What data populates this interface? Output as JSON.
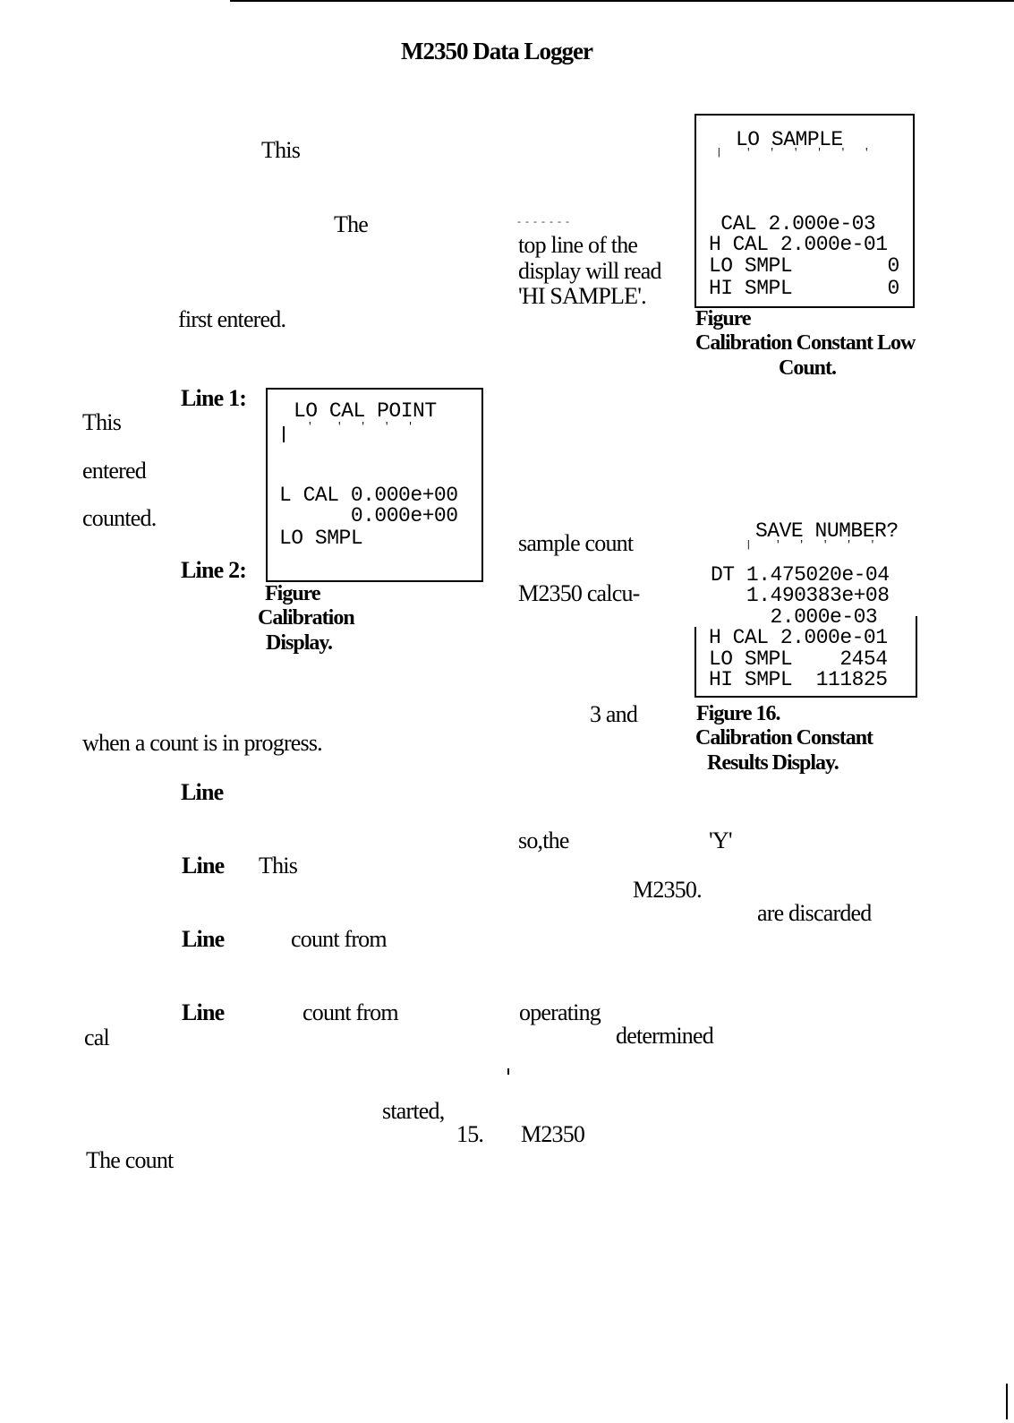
{
  "header": {
    "title": "M2350 Data Logger"
  },
  "left_column": {
    "frag_this_1": "This",
    "frag_the_1": "The",
    "frag_first_entered": "first entered.",
    "frag_line1": "Line 1:",
    "frag_this_2": "This",
    "frag_entered": "entered",
    "frag_counted": "counted.",
    "frag_line2": "Line 2:",
    "frag_progress": "when a count is in progress.",
    "frag_line_a": "Line",
    "frag_line_b": "Line",
    "frag_this_3": "This",
    "frag_line_c": "Line",
    "frag_count_from_1": "count from",
    "frag_line_d": "Line",
    "frag_count_from_2": "count from",
    "frag_cal": "cal",
    "frag_started": "started,",
    "frag_15": "15.",
    "frag_the_count": "The count"
  },
  "right_column": {
    "frag_top_line": "top  line  of  the",
    "frag_display_read": "display  will  read",
    "frag_hi_sample": "'HI SAMPLE'.",
    "frag_sample_count": "sample  count",
    "frag_m2350_calc": "M2350        calcu-",
    "frag_3_and": "3 and",
    "frag_so_the": "so,the",
    "frag_y": "'Y'",
    "frag_m2350_2": "M2350.",
    "frag_discarded": "are discarded",
    "frag_operating": "operating",
    "frag_determined": "determined",
    "frag_m2350_3": "M2350"
  },
  "lcd_lo_cal_point": {
    "line1": "LO CAL POINT",
    "line_lcal": "L CAL 0.000e+00",
    "line_value": "      0.000e+00",
    "line_lo_smpl": "LO SMPL"
  },
  "figure_lo_cal_point": {
    "label": "Figure",
    "line2": "Calibration",
    "line3": "Display."
  },
  "lcd_lo_sample": {
    "line1": "LO SAMPLE",
    "line_cal": " CAL 2.000e-03",
    "line_hcal": "H CAL 2.000e-01",
    "line_lo_smpl": "LO SMPL        0",
    "line_hi_smpl": "HI SMPL        0"
  },
  "figure_lo_sample": {
    "label": "Figure",
    "line2": "Calibration Constant Low",
    "line3": "Count."
  },
  "lcd_results": {
    "line1": "SAVE NUMBER?",
    "line_dt": "DT 1.475020e-04",
    "line_v2": "   1.490383e+08",
    "line_v3": "     2.000e-03",
    "line_hcal": "H CAL 2.000e-01",
    "line_lo_smpl": "LO SMPL    2454",
    "line_hi_smpl": "HI SMPL  111825"
  },
  "figure_results": {
    "label": "Figure 16.",
    "line2": "Calibration Constant",
    "line3": "Results Display."
  }
}
